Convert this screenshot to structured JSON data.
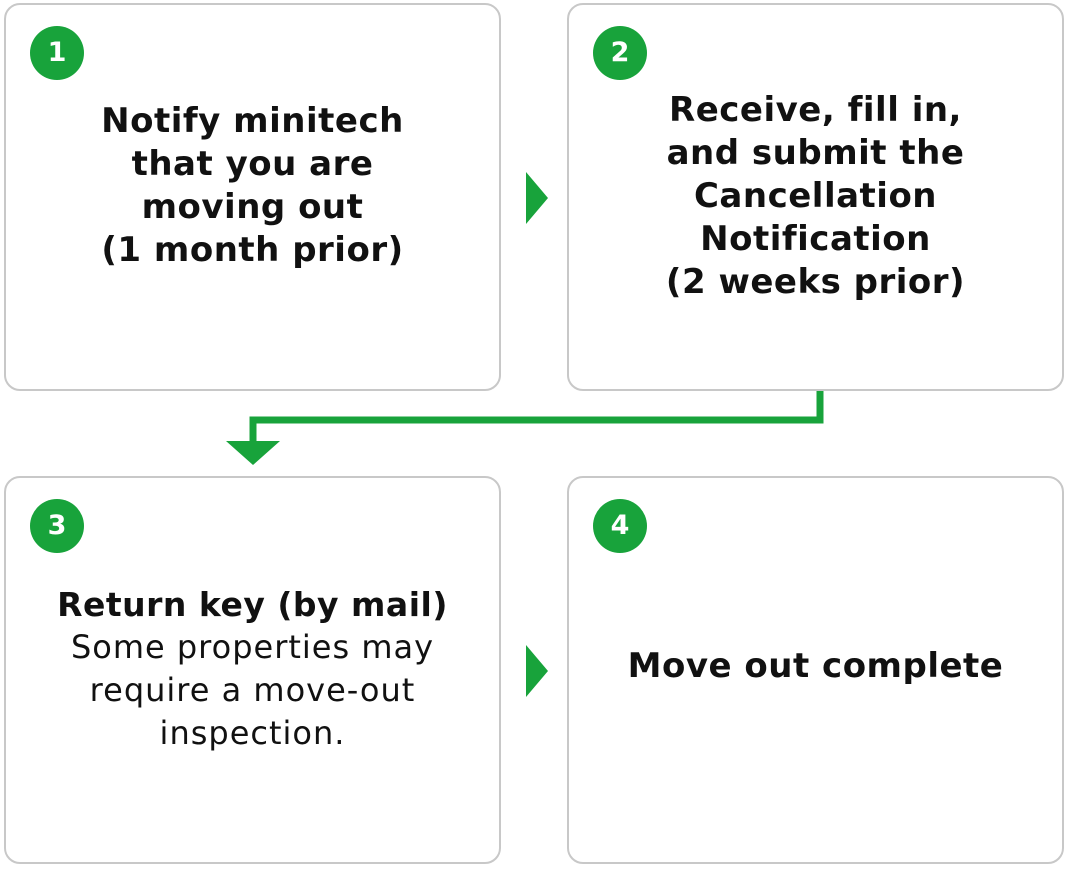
{
  "steps": [
    {
      "number": "1",
      "lines": [
        "Notify minitech",
        "that you are",
        "moving out",
        "(1 month prior)"
      ]
    },
    {
      "number": "2",
      "lines": [
        "Receive, fill in,",
        "and submit the",
        "Cancellation",
        "Notification",
        "(2 weeks prior)"
      ]
    },
    {
      "number": "3",
      "title": "Return key (by mail)",
      "lines": [
        "Some properties may",
        "require a move-out",
        "inspection."
      ]
    },
    {
      "number": "4",
      "lines": [
        "Move out complete"
      ]
    }
  ],
  "colors": {
    "accent": "#18a33b",
    "border": "#c8c8c8",
    "text": "#111111"
  },
  "icons": {
    "arrow_right": "arrow-right-icon",
    "arrow_down": "arrow-down-icon"
  }
}
